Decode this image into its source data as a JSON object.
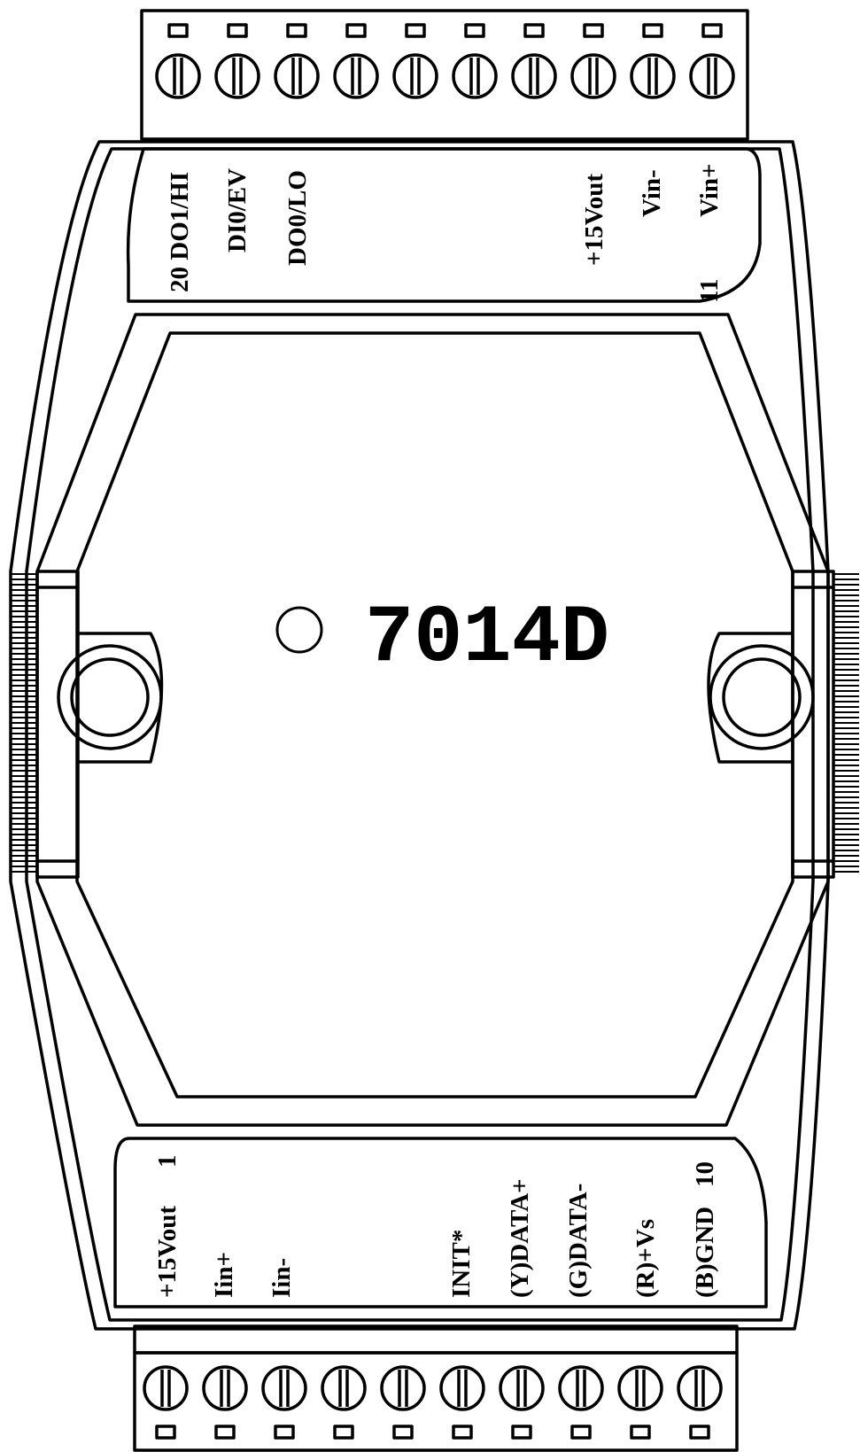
{
  "module": {
    "model": "7014D"
  },
  "top_connector": {
    "labels": [
      "20 DO1/HI",
      "DI0/EV",
      "DO0/LO",
      "+15Vout",
      "Vin-",
      "Vin+"
    ],
    "end_pin": "11"
  },
  "bottom_connector": {
    "start_pin": "1",
    "end_pin": "10",
    "labels": [
      "+15Vout",
      "Iin+",
      "Iin-",
      "INIT*",
      "(Y)DATA+",
      "(G)DATA-",
      "(R)+Vs",
      "(B)GND"
    ]
  },
  "colors": {
    "line": "#000000",
    "background": "#ffffff"
  }
}
